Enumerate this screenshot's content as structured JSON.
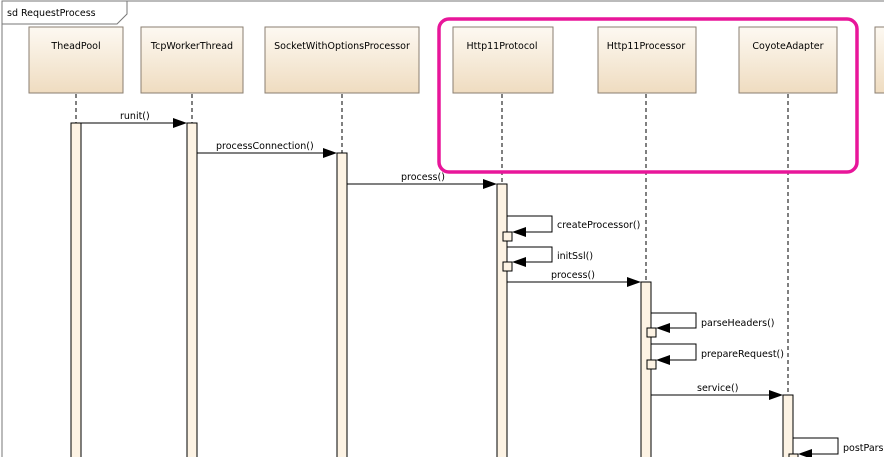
{
  "frame": {
    "title": "sd RequestProcess"
  },
  "colors": {
    "box_top": "#fdf9f2",
    "box_bottom": "#efdcc0",
    "box_stroke": "#8a7e70",
    "activation_fill": "#fdf3e4",
    "highlight": "#e8169a",
    "line": "#000000"
  },
  "participants": [
    {
      "id": "threadpool",
      "name": "TheadPool"
    },
    {
      "id": "tcpworker",
      "name": "TcpWorkerThread"
    },
    {
      "id": "socketproc",
      "name": "SocketWithOptionsProcessor"
    },
    {
      "id": "http11protocol",
      "name": "Http11Protocol"
    },
    {
      "id": "http11processor",
      "name": "Http11Processor"
    },
    {
      "id": "coyoteadapter",
      "name": "CoyoteAdapter"
    }
  ],
  "messages": [
    {
      "id": "m1",
      "label": "runit()"
    },
    {
      "id": "m2",
      "label": "processConnection()"
    },
    {
      "id": "m3",
      "label": "process()"
    },
    {
      "id": "m4",
      "label": "createProcessor()"
    },
    {
      "id": "m5",
      "label": "initSsl()"
    },
    {
      "id": "m6",
      "label": "process()"
    },
    {
      "id": "m7",
      "label": "parseHeaders()"
    },
    {
      "id": "m8",
      "label": "prepareRequest()"
    },
    {
      "id": "m9",
      "label": "service()"
    },
    {
      "id": "m10",
      "label": "postPars"
    }
  ]
}
